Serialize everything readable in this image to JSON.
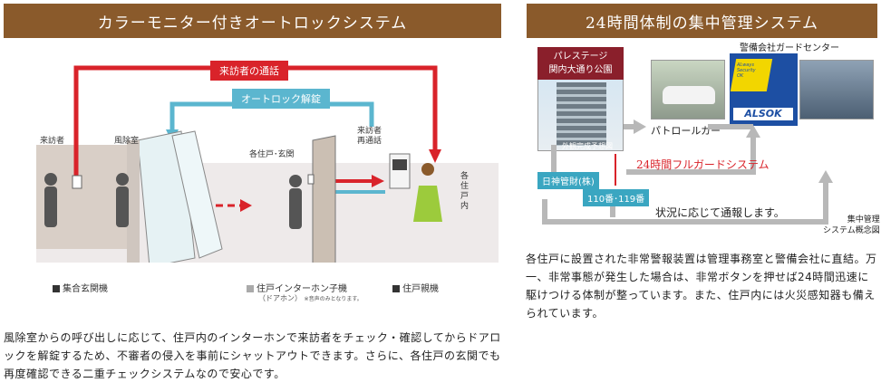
{
  "left": {
    "header": "カラーモニター付きオートロックシステム",
    "tag_call": "来訪者の通話",
    "tag_autolock": "オートロック解錠",
    "label_visitor": "来訪者",
    "label_windbreak": "風除室",
    "label_entrance": "各住戸･玄関",
    "label_revisit": "来訪者\n再通話",
    "label_inside": "各\n住\n戸\n内",
    "legend_entrance_unit": "集合玄関機",
    "legend_door_unit": "住戸インターホン子機",
    "legend_door_unit_sub": "（ドアホン）",
    "legend_door_note": "※音声のみとなります。",
    "legend_master_unit": "住戸親機",
    "paragraph": "風除室からの呼び出しに応じて、住戸内のインターホンで来訪者をチェック・確認してからドアロックを解錠するため、不審者の侵入を事前にシャットアウトできます。さらに、各住戸の玄関でも再度確認できる二重チェックシステムなので安心です。"
  },
  "right": {
    "header": "24時間体制の集中管理システム",
    "building_name_1": "パレステージ",
    "building_name_2": "関内大通り公園",
    "building_caption": "外観完成予想図",
    "guard_center": "警備会社ガードセンター",
    "patrol_car": "パトロールカー",
    "alsok_small_1": "ALways",
    "alsok_small_2": "Security",
    "alsok_small_3": "OK",
    "alsok_logo": "ALSOK",
    "full_guard": "24時間フルガードシステム",
    "nisshin": "日神管財(株)",
    "emergency": "110番･119番",
    "report": "状況に応じて通報します。",
    "concept_1": "集中管理",
    "concept_2": "システム概念図",
    "paragraph": "各住戸に設置された非常警報装置は管理事務室と警備会社に直結。万一、非常事態が発生した場合は、非常ボタンを押せば24時間迅速に駆けつける体制が整っています。また、住戸内には火災感知器も備えられています。"
  },
  "colors": {
    "header_bg": "#8a5a2b",
    "red": "#d9232a",
    "blue": "#5bb6cf",
    "alsok_blue": "#1d4fa3"
  }
}
